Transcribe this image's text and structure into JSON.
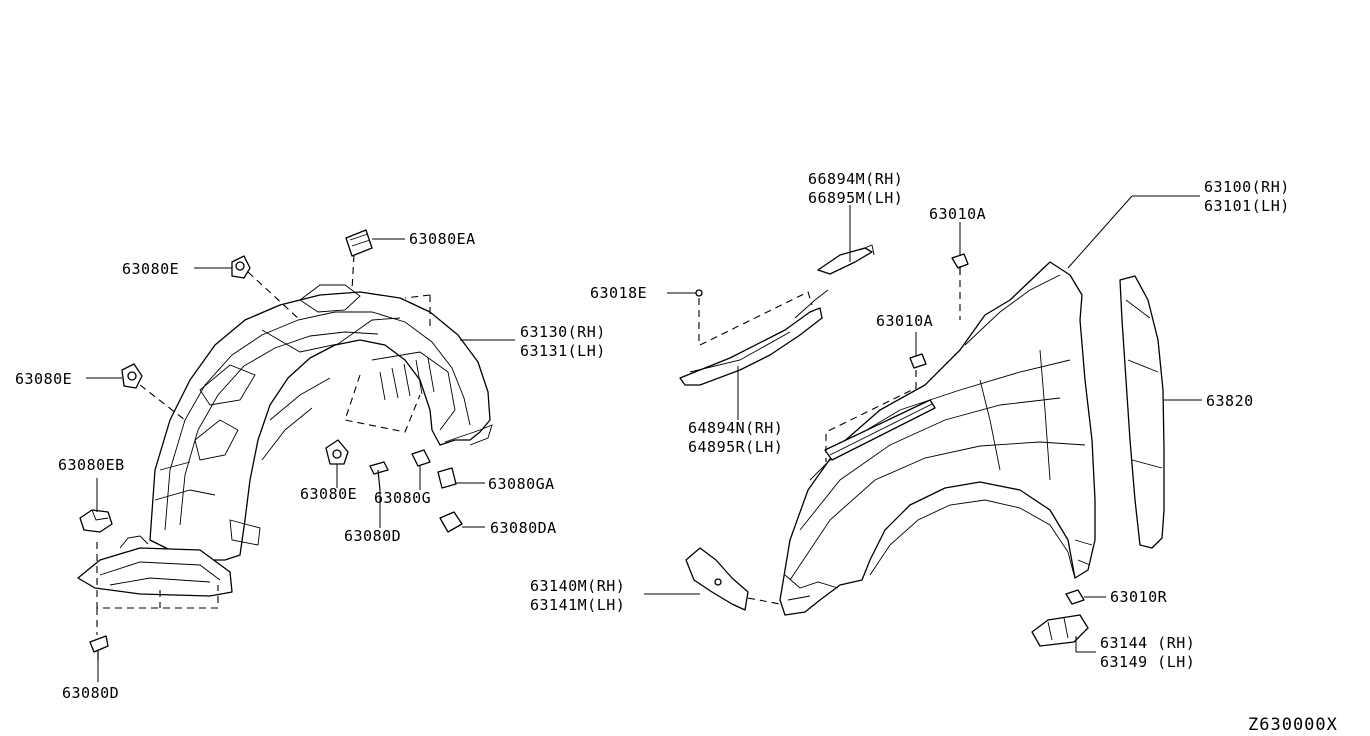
{
  "callouts": {
    "c63080EA": "63080EA",
    "c63080E_top": "63080E",
    "c63080E_left": "63080E",
    "c63130": "63130(RH)",
    "c63131": "63131(LH)",
    "c63080EB": "63080EB",
    "c63080E_mid": "63080E",
    "c63080G": "63080G",
    "c63080GA": "63080GA",
    "c63080D_mid": "63080D",
    "c63080DA": "63080DA",
    "c63080D_bottom": "63080D",
    "c66894M": "66894M(RH)",
    "c66895M": "66895M(LH)",
    "c63010A_top": "63010A",
    "c63100": "63100(RH)",
    "c63101": "63101(LH)",
    "c63018E": "63018E",
    "c63010A_mid": "63010A",
    "c63820": "63820",
    "c64894N": "64894N(RH)",
    "c64895R": "64895R(LH)",
    "c63140M": "63140M(RH)",
    "c63141M": "63141M(LH)",
    "c63010R": "63010R",
    "c63144": "63144 (RH)",
    "c63149": "63149 (LH)"
  },
  "reference_code": "Z630000X"
}
